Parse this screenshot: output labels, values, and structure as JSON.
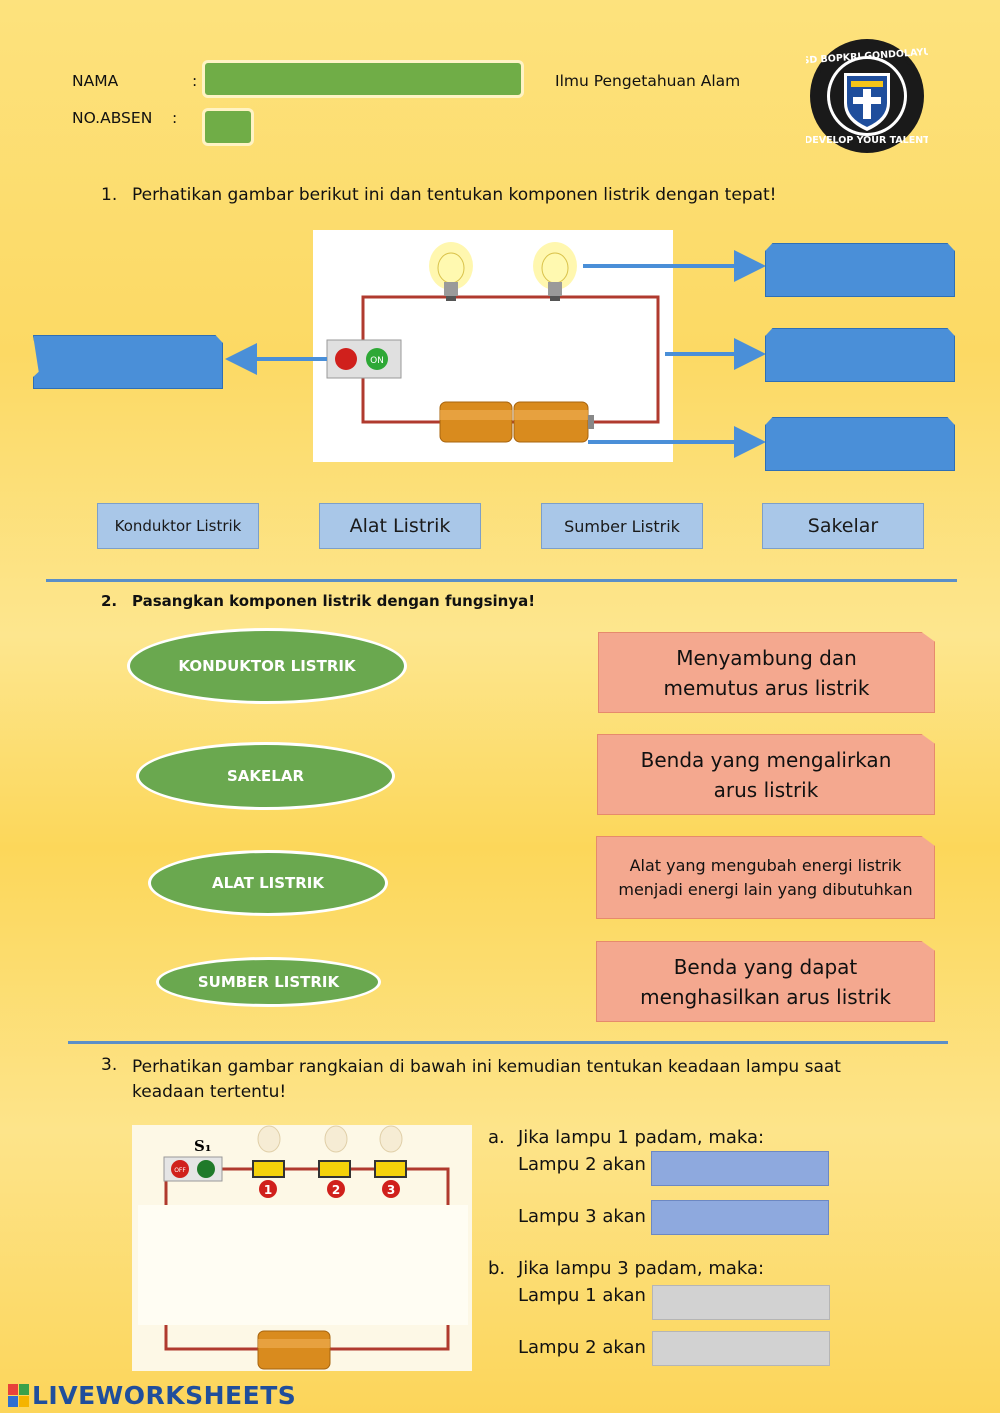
{
  "header": {
    "name_label": "NAMA",
    "name_colon": ":",
    "absen_label": "NO.ABSEN",
    "absen_colon": ":",
    "subject": "Ilmu Pengetahuan Alam",
    "logo_text": "SD BOPKRI GONDOLAYU · DEVELOP YOUR TALENT"
  },
  "q1": {
    "number": "1.",
    "text": "Perhatikan gambar berikut ini dan tentukan komponen listrik dengan tepat!",
    "switch_on_label": "ON",
    "options": [
      "Konduktor Listrik",
      "Alat Listrik",
      "Sumber Listrik",
      "Sakelar"
    ]
  },
  "q2": {
    "number": "2.",
    "text": "Pasangkan komponen listrik dengan fungsinya!",
    "components": [
      "KONDUKTOR LISTRIK",
      "SAKELAR",
      "ALAT LISTRIK",
      "SUMBER LISTRIK"
    ],
    "functions": [
      "Menyambung dan memutus arus listrik",
      "Benda yang mengalirkan arus listrik",
      "Alat yang mengubah energi listrik menjadi energi lain yang dibutuhkan",
      "Benda yang dapat menghasilkan arus listrik"
    ]
  },
  "q3": {
    "number": "3.",
    "text": "Perhatikan gambar rangkaian di bawah ini kemudian tentukan keadaan lampu saat keadaan tertentu!",
    "switch_label": "S₁",
    "switch_off": "OFF",
    "lamp_numbers": [
      "1",
      "2",
      "3"
    ],
    "a_label": "a.",
    "a_text": "Jika lampu 1 padam, maka:",
    "a_line1": "Lampu 2 akan",
    "a_line2": "Lampu 3 akan",
    "b_label": "b.",
    "b_text": "Jika lampu 3 padam, maka:",
    "b_line1": "Lampu 1 akan",
    "b_line2": "Lampu 2 akan"
  },
  "footer": {
    "brand": "LIVEWORKSHEETS",
    "brand_color": "#1f4e9c"
  }
}
